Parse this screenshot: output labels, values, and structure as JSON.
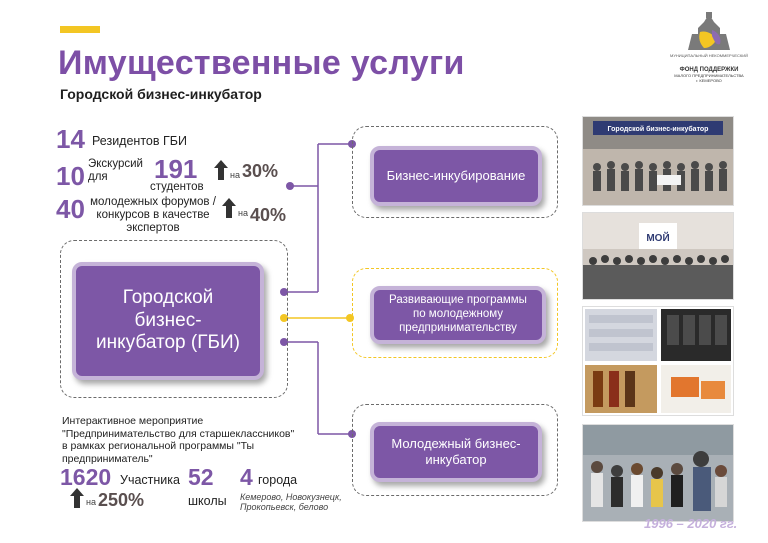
{
  "header": {
    "title": "Имущественные услуги",
    "subtitle": "Городской бизнес-инкубатор"
  },
  "logo": {
    "small_text": "МУНИЦИПАЛЬНЫЙ НЕКОММЕРЧЕСКИЙ",
    "name": "ФОНД ПОДДЕРЖКИ",
    "sub": "МАЛОГО ПРЕДПРИНИМАТЕЛЬСТВА",
    "city": "г. КЕМЕРОВО"
  },
  "stats": {
    "residents_num": "14",
    "residents_label": "Резидентов ГБИ",
    "excursions_num": "10",
    "excursions_label": "Экскурсий для",
    "students_num": "191",
    "students_label": "студентов",
    "students_growth_prefix": "на",
    "students_growth": "30%",
    "forums_num": "40",
    "forums_label": "молодежных форумов /конкурсов в качестве экспертов",
    "forums_growth_prefix": "на",
    "forums_growth": "40%"
  },
  "main_box": "Городской бизнес-инкубатор (ГБИ)",
  "services": [
    "Бизнес-инкубирование",
    "Развивающие программы по молодежному предпринимательству",
    "Молодежный бизнес-инкубатор"
  ],
  "event": {
    "description": "Интерактивное мероприятие \"Предпринимательство для старшеклассников\" в рамках региональной программы \"Ты предприниматель\"",
    "participants_num": "1620",
    "participants_label": "Участника",
    "participants_growth_prefix": "на",
    "participants_growth": "250%",
    "schools_num": "52",
    "schools_label": "школы",
    "cities_num": "4",
    "cities_label": "города",
    "cities_list": "Кемерово, Новокузнецк, Прокопьевск, белово"
  },
  "photos": {
    "sign_text": "Городской бизнес-инкубатор",
    "stage_text": "МОЙ"
  },
  "footer": "1996 – 2020 гг.",
  "colors": {
    "accent": "#7d57a6",
    "highlight": "#f3c623"
  }
}
